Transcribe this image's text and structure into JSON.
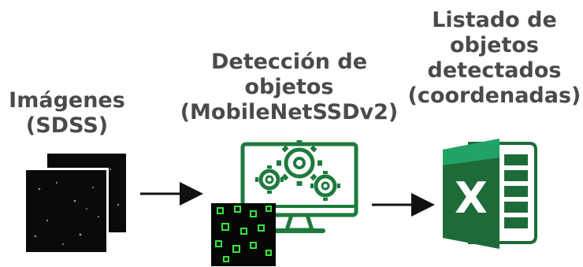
{
  "stages": [
    {
      "id": "images",
      "label_lines": [
        "Imágenes",
        "(SDSS)"
      ]
    },
    {
      "id": "detection",
      "label_lines": [
        "Detección de",
        "objetos",
        "(MobileNetSSDv2)"
      ]
    },
    {
      "id": "list",
      "label_lines": [
        "Listado de",
        "objetos",
        "detectados",
        "(coordenadas)"
      ]
    }
  ],
  "icons": {
    "images": "sky-image-stack-icon",
    "detection": "computer-gears-icon",
    "detection_image": "detected-objects-image-icon",
    "list": "excel-icon",
    "excel_letter": "X"
  },
  "colors": {
    "text": "#4a4a4a",
    "arrow": "#111111",
    "green": "#1e7a3e",
    "excel_dark": "#1d6b38",
    "excel_mid": "#21a366",
    "detect_box": "#39e639"
  }
}
